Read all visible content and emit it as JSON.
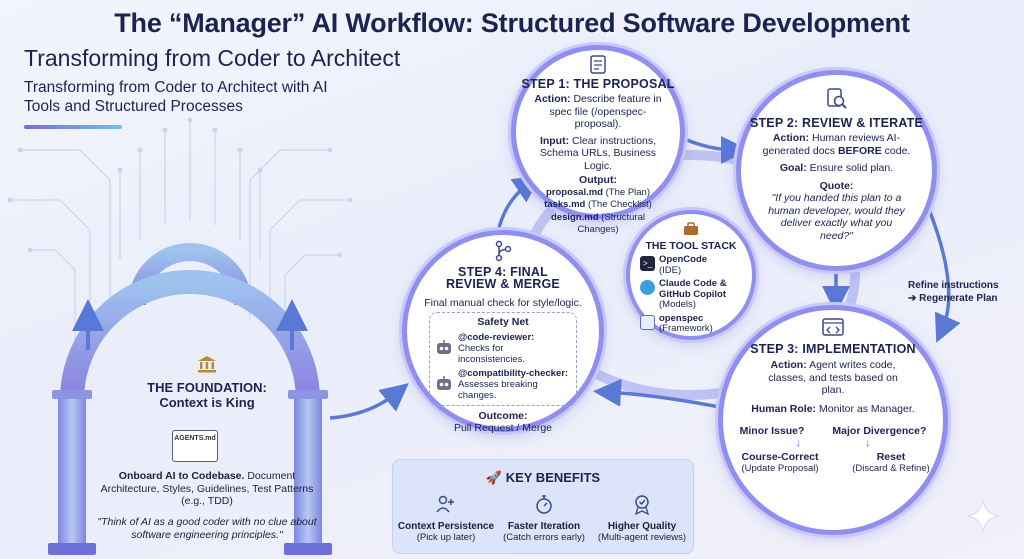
{
  "title": "The “Manager” AI Workflow: Structured Software Development",
  "subtitle": "Transforming from Coder to Architect",
  "subtitle2": "Transforming from Coder to Architect with AI Tools and Structured Processes",
  "step1": {
    "title": "STEP 1: THE PROPOSAL",
    "action_label": "Action:",
    "action": "Describe feature in spec file (/openspec-proposal).",
    "input_label": "Input:",
    "input": "Clear instructions, Schema URLs, Business Logic.",
    "output_label": "Output:",
    "outputs": [
      {
        "file": "proposal.md",
        "desc": "(The Plan)"
      },
      {
        "file": "tasks.md",
        "desc": "(The Checklist)"
      },
      {
        "file": "design.md",
        "desc": "(Structural Changes)"
      }
    ]
  },
  "step2": {
    "title": "STEP 2: REVIEW & ITERATE",
    "action_label": "Action:",
    "action_pre": "Human reviews AI-generated docs",
    "action_bold": "BEFORE",
    "action_post": "code.",
    "goal_label": "Goal:",
    "goal": "Ensure solid plan.",
    "quote_label": "Quote:",
    "quote": "\"If you handed this plan to a human developer, would they deliver exactly what you need?\""
  },
  "step3": {
    "title": "STEP 3: IMPLEMENTATION",
    "action_label": "Action:",
    "action": "Agent writes code, classes, and tests based on plan.",
    "role_label": "Human Role:",
    "role": "Monitor as Manager.",
    "minor": "Minor Issue?",
    "major": "Major Divergence?",
    "correct_title": "Course-Correct",
    "correct_desc": "(Update Proposal)",
    "reset_title": "Reset",
    "reset_desc": "(Discard & Refine)"
  },
  "step4": {
    "title": "STEP 4: FINAL REVIEW & MERGE",
    "desc": "Final manual check for style/logic.",
    "safety_title": "Safety Net",
    "reviewers": [
      {
        "name": "@code-reviewer:",
        "desc": "Checks for inconsistencies."
      },
      {
        "name": "@compatibility-checker:",
        "desc": "Assesses breaking changes."
      }
    ],
    "outcome_label": "Outcome:",
    "outcome": "Pull Request / Merge"
  },
  "toolstack": {
    "title": "THE TOOL STACK",
    "tools": [
      {
        "name": "OpenCode",
        "desc": "(IDE)",
        "icon": "terminal-icon"
      },
      {
        "name": "Claude Code & GitHub Copilot",
        "desc": "(Models)",
        "icon": "cloud-ai-icon"
      },
      {
        "name": "openspec",
        "desc": "(Framework)",
        "icon": "cube-icon"
      }
    ]
  },
  "foundation": {
    "title_1": "THE FOUNDATION:",
    "title_2": "Context is King",
    "file": "AGENTS.md",
    "body_bold": "Onboard AI to Codebase.",
    "body": "Document Architecture, Styles, Guidelines, Test Patterns (e.g., TDD)",
    "quote": "\"Think of AI as a good coder with no clue about software engineering principles.\""
  },
  "refine": {
    "line1": "Refine instructions",
    "line2": "➔ Regenerate Plan"
  },
  "benefits": {
    "title": "KEY BENEFITS",
    "items": [
      {
        "title": "Context Persistence",
        "desc": "(Pick up later)",
        "icon": "persistence-icon"
      },
      {
        "title": "Faster Iteration",
        "desc": "(Catch errors early)",
        "icon": "stopwatch-icon"
      },
      {
        "title": "Higher Quality",
        "desc": "(Multi-agent reviews)",
        "icon": "award-badge-icon"
      }
    ]
  },
  "colors": {
    "accent": "#8f8ff0",
    "title": "#1c2350",
    "arrow": "#5a78d6"
  }
}
